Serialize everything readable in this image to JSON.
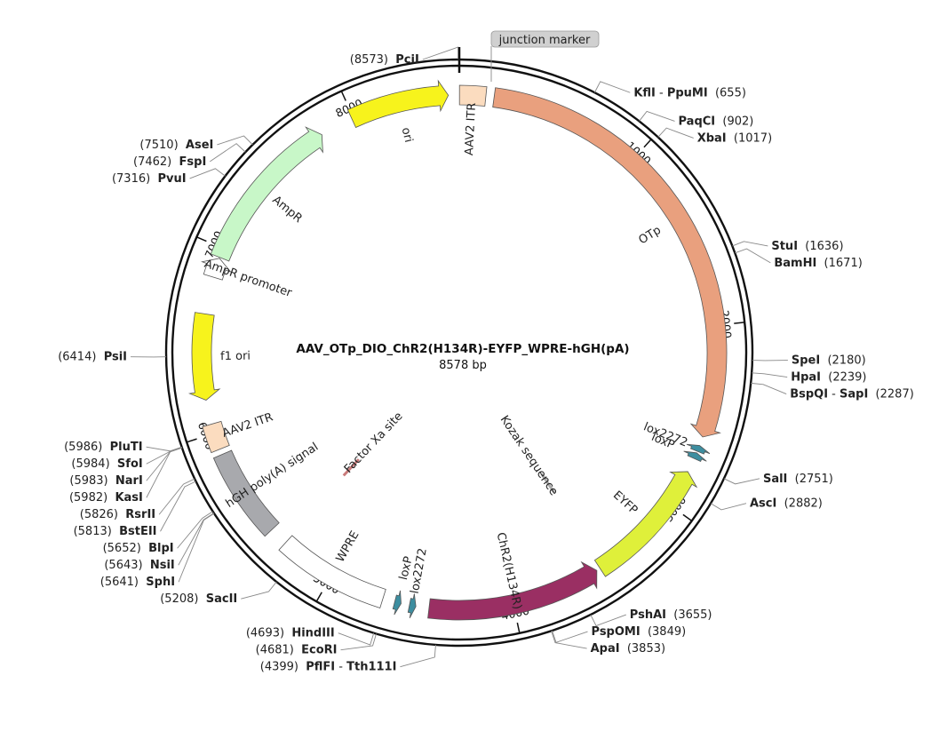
{
  "title": "AAV_OTp_DIO_ChR2(H134R)-EYFP_WPRE-hGH(pA)",
  "length_label": "8578 bp",
  "length_bp": 8578,
  "ruler_ticks": [
    {
      "bp": 1000,
      "label": "1000"
    },
    {
      "bp": 2000,
      "label": "2000"
    },
    {
      "bp": 3000,
      "label": "3000"
    },
    {
      "bp": 4000,
      "label": "4000"
    },
    {
      "bp": 5000,
      "label": "5000"
    },
    {
      "bp": 6000,
      "label": "6000"
    },
    {
      "bp": 7000,
      "label": "7000"
    },
    {
      "bp": 8000,
      "label": "8000"
    }
  ],
  "features": [
    {
      "name": "AAV2 ITR",
      "start": 1,
      "end": 141,
      "color": "#fbdcbf",
      "kind": "box"
    },
    {
      "name": "OTp",
      "start": 185,
      "end": 2600,
      "color": "#e9a07e",
      "kind": "arrow",
      "dir": 1
    },
    {
      "name": "lox2272",
      "start": 2648,
      "end": 2681,
      "color": "#3d8ea0",
      "kind": "small",
      "dir": -1
    },
    {
      "name": "loxP",
      "start": 2690,
      "end": 2723,
      "color": "#3d8ea0",
      "kind": "small",
      "dir": -1
    },
    {
      "name": "EYFP",
      "start": 2800,
      "end": 3500,
      "color": "#dff03a",
      "kind": "arrow",
      "dir": -1
    },
    {
      "name": "Kozak sequence",
      "start": 3475,
      "end": 3485,
      "color": "#aaaaaa",
      "kind": "site"
    },
    {
      "name": "ChR2(H134R)",
      "start": 3520,
      "end": 4450,
      "color": "#9a2f63",
      "kind": "arrow",
      "dir": -1
    },
    {
      "name": "lox2272",
      "start": 4520,
      "end": 4555,
      "color": "#3d8ea0",
      "kind": "small",
      "dir": -1
    },
    {
      "name": "loxP",
      "start": 4600,
      "end": 4635,
      "color": "#3d8ea0",
      "kind": "small",
      "dir": -1
    },
    {
      "name": "WPRE",
      "start": 4700,
      "end": 5300,
      "color": "#ffffff",
      "kind": "box"
    },
    {
      "name": "Factor Xa site",
      "start": 5320,
      "end": 5330,
      "color": "#c97a7a",
      "kind": "site"
    },
    {
      "name": "hGH poly(A) signal",
      "start": 5400,
      "end": 5880,
      "color": "#a8a9ad",
      "kind": "box"
    },
    {
      "name": "AAV2 ITR",
      "start": 5910,
      "end": 6050,
      "color": "#fbdcbf",
      "kind": "box"
    },
    {
      "name": "f1 ori",
      "start": 6180,
      "end": 6640,
      "color": "#f7f31c",
      "kind": "arrow",
      "dir": -1
    },
    {
      "name": "AmpR promoter",
      "start": 6840,
      "end": 6945,
      "color": "#ffffff",
      "kind": "arrow",
      "dir": 1
    },
    {
      "name": "AmpR",
      "start": 6950,
      "end": 7810,
      "color": "#c8f7c8",
      "kind": "arrow",
      "dir": 1
    },
    {
      "name": "ori",
      "start": 7990,
      "end": 8520,
      "color": "#f7f31c",
      "kind": "arrow",
      "dir": 1
    }
  ],
  "junction_marker": {
    "label": "junction marker",
    "bp": 8578
  },
  "sites_right": [
    {
      "name": "KflI",
      "name2": "PpuMI",
      "pos": "(655)",
      "bp": 655
    },
    {
      "name": "PaqCI",
      "pos": "(902)",
      "bp": 902
    },
    {
      "name": "XbaI",
      "pos": "(1017)",
      "bp": 1017
    },
    {
      "name": "StuI",
      "pos": "(1636)",
      "bp": 1636
    },
    {
      "name": "BamHI",
      "pos": "(1671)",
      "bp": 1671
    },
    {
      "name": "SpeI",
      "pos": "(2180)",
      "bp": 2180
    },
    {
      "name": "HpaI",
      "pos": "(2239)",
      "bp": 2239
    },
    {
      "name": "BspQI",
      "name2": "SapI",
      "pos": "(2287)",
      "bp": 2287
    },
    {
      "name": "SalI",
      "pos": "(2751)",
      "bp": 2751
    },
    {
      "name": "AscI",
      "pos": "(2882)",
      "bp": 2882
    },
    {
      "name": "PshAI",
      "pos": "(3655)",
      "bp": 3655
    },
    {
      "name": "PspOMI",
      "pos": "(3849)",
      "bp": 3849
    },
    {
      "name": "ApaI",
      "pos": "(3853)",
      "bp": 3853
    }
  ],
  "sites_left": [
    {
      "name": "PciI",
      "pos": "(8573)",
      "bp": 8573
    },
    {
      "name": "AseI",
      "pos": "(7510)",
      "bp": 7510
    },
    {
      "name": "FspI",
      "pos": "(7462)",
      "bp": 7462
    },
    {
      "name": "PvuI",
      "pos": "(7316)",
      "bp": 7316
    },
    {
      "name": "PsiI",
      "pos": "(6414)",
      "bp": 6414
    },
    {
      "name": "PluTI",
      "pos": "(5986)",
      "bp": 5986
    },
    {
      "name": "SfoI",
      "pos": "(5984)",
      "bp": 5984
    },
    {
      "name": "NarI",
      "pos": "(5983)",
      "bp": 5983
    },
    {
      "name": "KasI",
      "pos": "(5982)",
      "bp": 5982
    },
    {
      "name": "RsrII",
      "pos": "(5826)",
      "bp": 5826
    },
    {
      "name": "BstEII",
      "pos": "(5813)",
      "bp": 5813
    },
    {
      "name": "BlpI",
      "pos": "(5652)",
      "bp": 5652
    },
    {
      "name": "NsiI",
      "pos": "(5643)",
      "bp": 5643
    },
    {
      "name": "SphI",
      "pos": "(5641)",
      "bp": 5641
    },
    {
      "name": "SacII",
      "pos": "(5208)",
      "bp": 5208
    },
    {
      "name": "HindIII",
      "pos": "(4693)",
      "bp": 4693
    },
    {
      "name": "EcoRI",
      "pos": "(4681)",
      "bp": 4681
    },
    {
      "name": "PflFI",
      "name2": "Tth111I",
      "pos": "(4399)",
      "bp": 4399
    }
  ]
}
